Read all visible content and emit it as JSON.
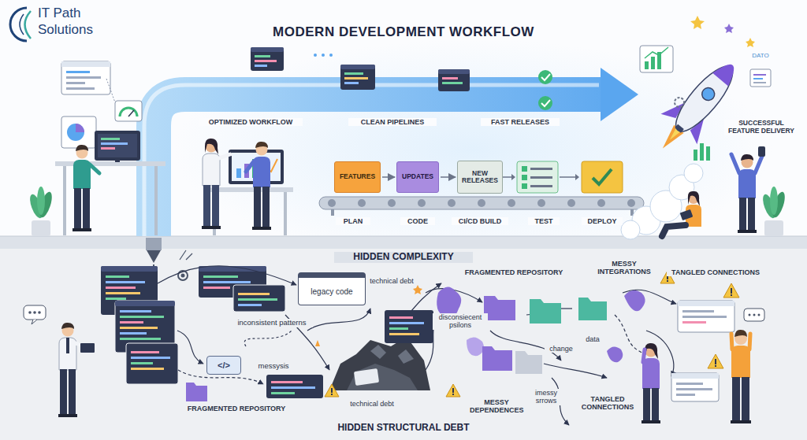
{
  "diagram": {
    "title": "MODERN DEVELOPMENT WORKFLOW",
    "caption": "HIDDEN STRUCTURAL DEBT",
    "nodes": [
      {
        "text": [
          "FEATURES"
        ]
      },
      {
        "text": [
          "UPDATES"
        ]
      },
      {
        "text": [
          "NEW RELEASES"
        ]
      },
      {
        "text": [
          "legacy code"
        ]
      },
      {
        "text": [
          "</>"
        ]
      }
    ],
    "edges": [
      {
        "from": 0,
        "to": 1,
        "arrow": "to"
      },
      {
        "from": 1,
        "to": 2,
        "arrow": "to"
      }
    ],
    "labels": [
      "IT Path",
      "Solutions",
      "OPTIMIZED WORKFLOW",
      "CLEAN PIPELINES",
      "FAST RELEASES",
      "PLAN",
      "CODE",
      "CI/CD BUILD",
      "TEST",
      "DEPLOY",
      "DATO",
      "SUCCESSFUL FEATURE DELIVERY",
      "HIDDEN COMPLEXITY",
      "technical debt",
      "FRAGMENTED REPOSITORY",
      "MESSY INTEGRATIONS",
      "TANGLED CONNECTIONS",
      "inconsistent patterns",
      "disconsiecent psilons",
      "change",
      "data",
      "messysis",
      "technical debt",
      "FRAGMENTED REPOSITORY",
      "MESSY DEPENDENCES",
      "imessy srrows",
      "TANGLED CONNECTIONS"
    ]
  }
}
